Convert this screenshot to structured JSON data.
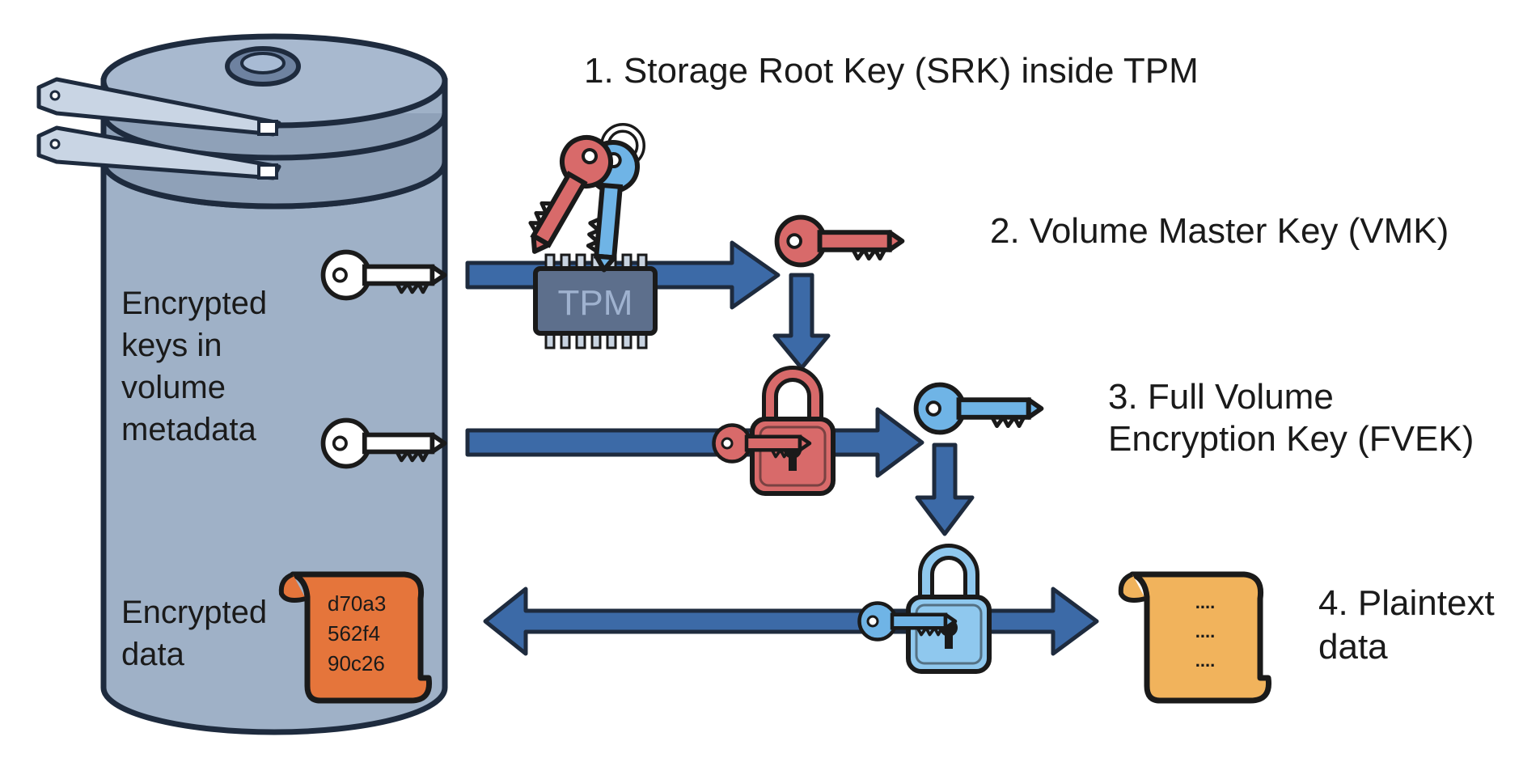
{
  "labels": {
    "srk": "1. Storage Root Key (SRK) inside TPM",
    "vmk": "2. Volume Master Key (VMK)",
    "fvek_line1": "3. Full Volume",
    "fvek_line2": "Encryption Key (FVEK)",
    "plaintext_line1": "4. Plaintext",
    "plaintext_line2": "data"
  },
  "disk": {
    "keys_label_lines": [
      "Encrypted",
      "keys in",
      "volume",
      "metadata"
    ],
    "data_label_lines": [
      "Encrypted",
      "data"
    ],
    "hex_lines": [
      "d70a3",
      "562f4",
      "90c26"
    ]
  },
  "chip": {
    "label": "TPM"
  },
  "plaintext_doc": {
    "lines": [
      "....",
      "....",
      "...."
    ]
  },
  "colors": {
    "disk_fill": "#9fb1c7",
    "disk_stroke": "#1e2b3e",
    "arrow_blue": "#3c6aa7",
    "red_key": "#d86a6a",
    "blue_key": "#6fb4e6",
    "orange_doc": "#e5753b",
    "yellow_doc": "#f1b35c",
    "chip_body": "#5d6f8c"
  }
}
